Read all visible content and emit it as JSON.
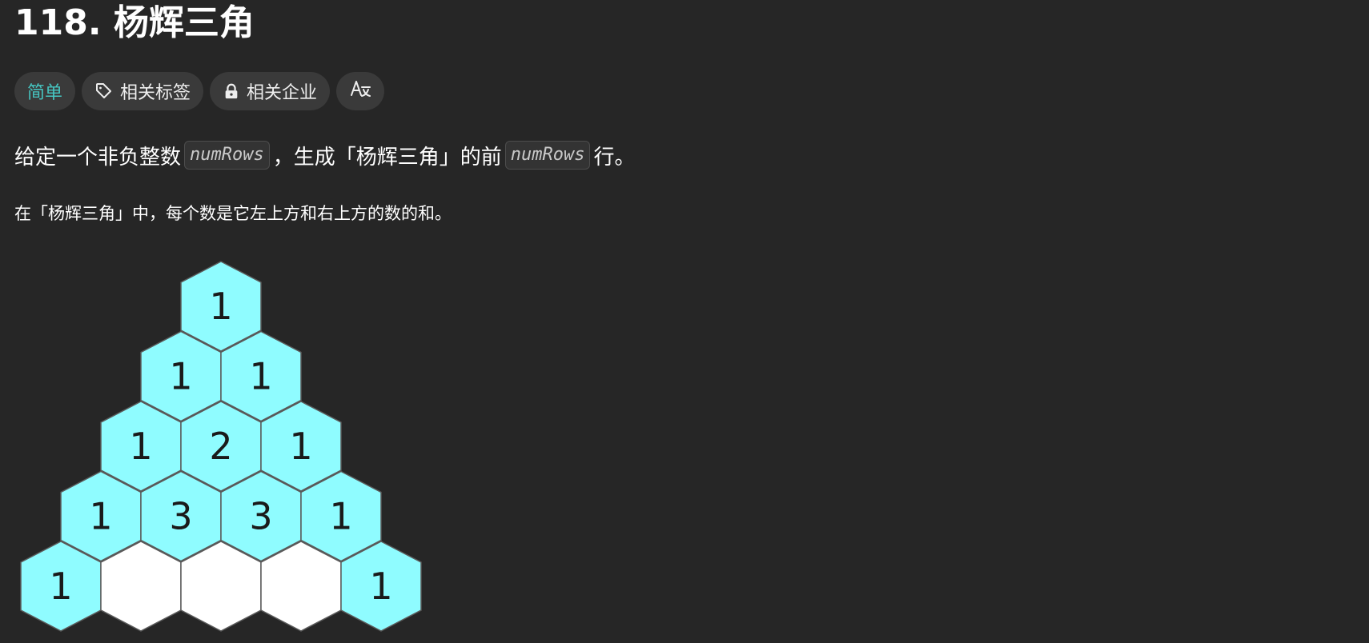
{
  "problem": {
    "title": "118. 杨辉三角"
  },
  "tags": {
    "difficulty": "简单",
    "related_tags": "相关标签",
    "related_companies": "相关企业",
    "translate_icon": "translate-icon"
  },
  "description": {
    "part1": "给定一个非负整数 ",
    "code1": "numRows",
    "part2": "，生成「杨辉三角」的前 ",
    "code2": "numRows",
    "part3": " 行。",
    "rule": "在「杨辉三角」中，每个数是它左上方和右上方的数的和。"
  },
  "triangle": {
    "colors": {
      "filled": "#8ffcff",
      "empty": "#ffffff",
      "stroke": "#5a5a5a",
      "text": "#1a1a1a"
    },
    "rows": [
      [
        "1"
      ],
      [
        "1",
        "1"
      ],
      [
        "1",
        "2",
        "1"
      ],
      [
        "1",
        "3",
        "3",
        "1"
      ],
      [
        "1",
        "",
        "",
        "",
        "1"
      ]
    ]
  }
}
